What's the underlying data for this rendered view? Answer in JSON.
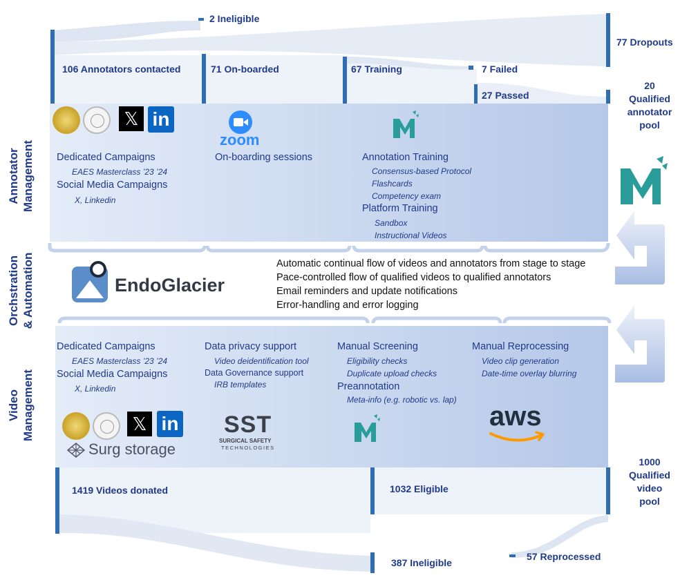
{
  "flow": {
    "ineligible_top": "2 Ineligible",
    "dropouts": "77 Dropouts",
    "annotators_contacted": "106  Annotators contacted",
    "onboarded": "71 On-boarded",
    "training": "67 Training",
    "failed": "7 Failed",
    "passed": "27 Passed",
    "qualified_annotator_pool": [
      "20",
      "Qualified",
      "annotator",
      "pool"
    ],
    "videos_donated": "1419 Videos donated",
    "eligible": "1032 Eligible",
    "qualified_video_pool": [
      "1000",
      "Qualified",
      "video",
      "pool"
    ],
    "ineligible_bottom": "387 Ineligible",
    "reprocessed": "57 Reprocessed"
  },
  "sections": {
    "annotator": [
      "Annotator",
      "Management"
    ],
    "orchestration": [
      "Orchstration",
      "& Automation"
    ],
    "video": [
      "Video",
      "Management"
    ]
  },
  "annotator_panel": {
    "col1": {
      "title1": "Dedicated Campaigns",
      "sub1": "EAES Masterclass ’23 ’24",
      "title2": "Social Media Campaigns",
      "sub2": "X, Linkedin"
    },
    "col2": {
      "logo_text": "zoom",
      "title": "On-boarding sessions"
    },
    "col3": {
      "title1": "Annotation Training",
      "subs1": [
        "Consensus-based Protocol",
        "Flashcards",
        "Competency exam"
      ],
      "title2": "Platform Training",
      "subs2": [
        "Sandbox",
        "Instructional Videos"
      ]
    }
  },
  "orchestration": {
    "logo_text": "EndoGlacier",
    "lines": [
      "Automatic continual flow of videos and annotators from stage to stage",
      "Pace-controlled flow of qualified videos to qualified annotators",
      "Email reminders and update notifications",
      "Error-handling and error logging"
    ]
  },
  "video_panel": {
    "col1": {
      "title1": "Dedicated Campaigns",
      "sub1": "EAES Masterclass ’23 ’24",
      "title2": "Social Media Campaigns",
      "sub2": "X, Linkedin",
      "storage_logo": "Surg storage"
    },
    "col2": {
      "title1": "Data privacy support",
      "sub1": "Video deidentification tool",
      "title2": "Data Governance support",
      "sub2": "IRB templates",
      "logo_big": "SST",
      "logo_line1": "SURGICAL SAFETY",
      "logo_line2": "TECHNOLOGIES"
    },
    "col3": {
      "title1": "Manual Screening",
      "subs1": [
        "Eligibility checks",
        "Duplicate upload checks"
      ],
      "title2": "Preannotation",
      "sub2": "Meta-info (e.g. robotic vs. lap)"
    },
    "col4": {
      "title": "Manual Reprocessing",
      "subs": [
        "Video clip generation",
        "Date-time overlay blurring"
      ],
      "logo_text": "aws"
    }
  },
  "social_logos": {
    "x": "𝕏",
    "linkedin": "in"
  },
  "colors": {
    "navy": "#1f3a8a",
    "bar": "#2f6db5",
    "flow": "#dbe4f2",
    "panel_start": "#e4ecf8",
    "panel_end": "#b5c8e8",
    "teal": "#2a9d9a",
    "aws_orange": "#ff9900"
  }
}
